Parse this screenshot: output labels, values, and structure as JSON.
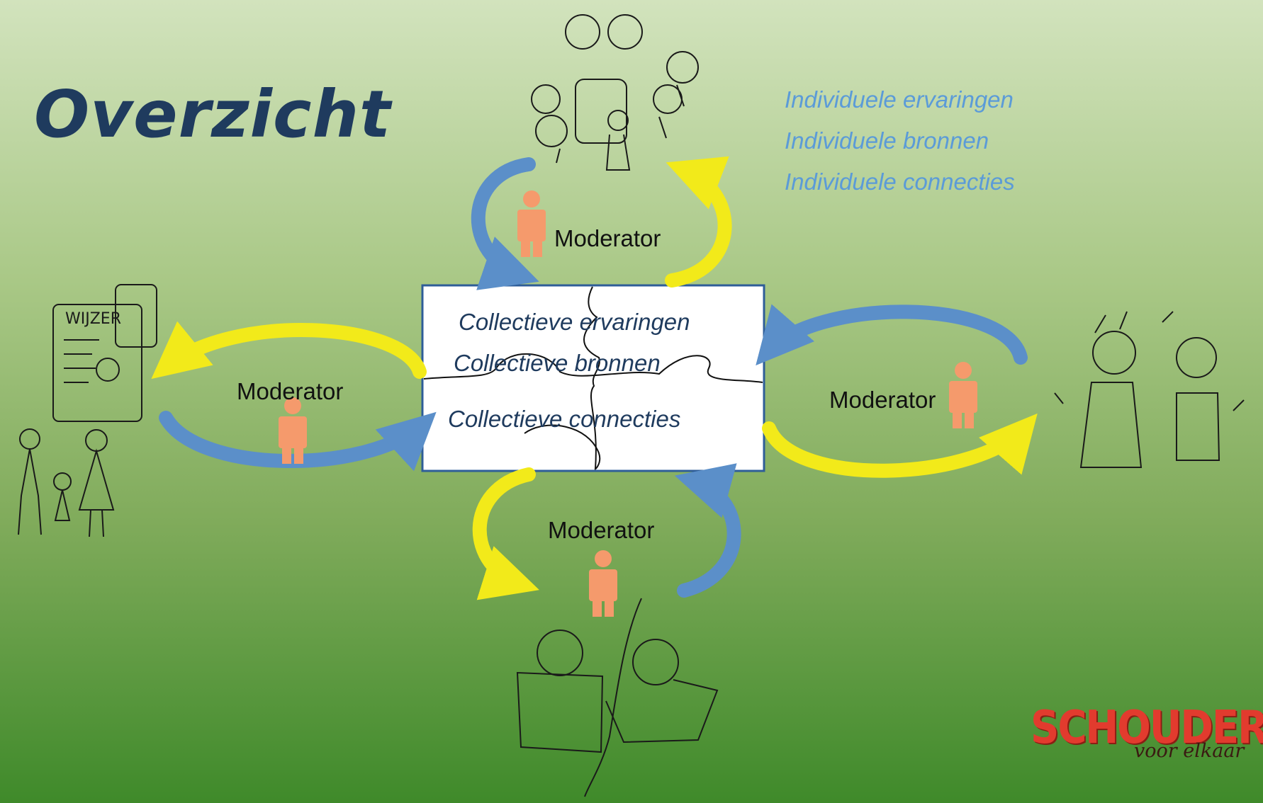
{
  "title": "Overzicht",
  "individual": [
    "Individuele ervaringen",
    "Individuele bronnen",
    "Individuele connecties"
  ],
  "collective": [
    "Collectieve ervaringen",
    "Collectieve bronnen",
    "Collectieve connecties"
  ],
  "moderators": {
    "top": "Moderator",
    "left": "Moderator",
    "right": "Moderator",
    "bottom": "Moderator"
  },
  "logo": {
    "name": "SCHOUDERS",
    "tagline": "voor elkaar"
  },
  "colors": {
    "title": "#1f3b5e",
    "individual_text": "#5b9bd8",
    "collective_text": "#1f3b5e",
    "arrow_blue": "#5b8fc9",
    "arrow_yellow": "#f2ea1a",
    "person": "#f59a6c",
    "logo": "#e23b2e"
  },
  "icons": [
    "person-icon",
    "puzzle-box",
    "sketch-group",
    "sketch-family",
    "sketch-doctors",
    "sketch-readers",
    "circular-arrow"
  ]
}
